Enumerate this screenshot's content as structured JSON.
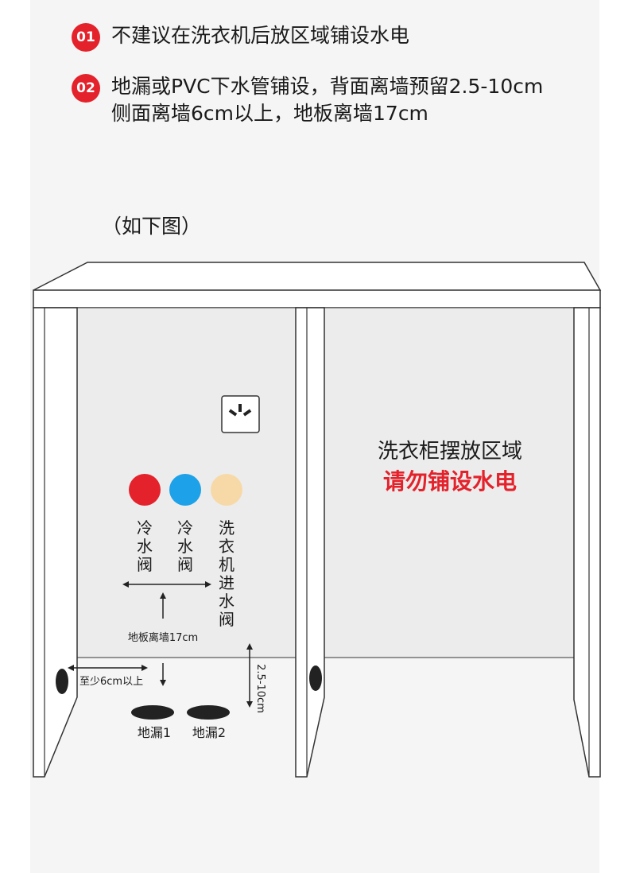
{
  "notes": [
    {
      "number": "01",
      "lines": [
        "不建议在洗衣机后放区域铺设水电"
      ]
    },
    {
      "number": "02",
      "lines": [
        "地漏或PVC下水管铺设，背面离墙预留2.5-10cm",
        "侧面离墙6cm以上，地板离墙17cm"
      ]
    }
  ],
  "caption": "（如下图）",
  "colors": {
    "accent_red": "#e4222b",
    "valve_red": "#e4222b",
    "valve_blue": "#1da1e8",
    "valve_beige": "#f7d9a8",
    "wall_gray": "#ececec"
  },
  "diagram": {
    "valves": [
      {
        "label": "冷水阀",
        "color": "#e4222b"
      },
      {
        "label": "冷水阀",
        "color": "#1da1e8"
      },
      {
        "label": "洗衣机进水阀",
        "color": "#f7d9a8"
      }
    ],
    "outlet_icon": "power-socket-icon",
    "floor_distance": "地板离墙17cm",
    "side_distance": "至少6cm以上",
    "back_distance": "2.5-10cm",
    "drains": [
      "地漏1",
      "地漏2"
    ],
    "cabinet_zone": {
      "title": "洗衣柜摆放区域",
      "warning": "请勿铺设水电"
    }
  }
}
